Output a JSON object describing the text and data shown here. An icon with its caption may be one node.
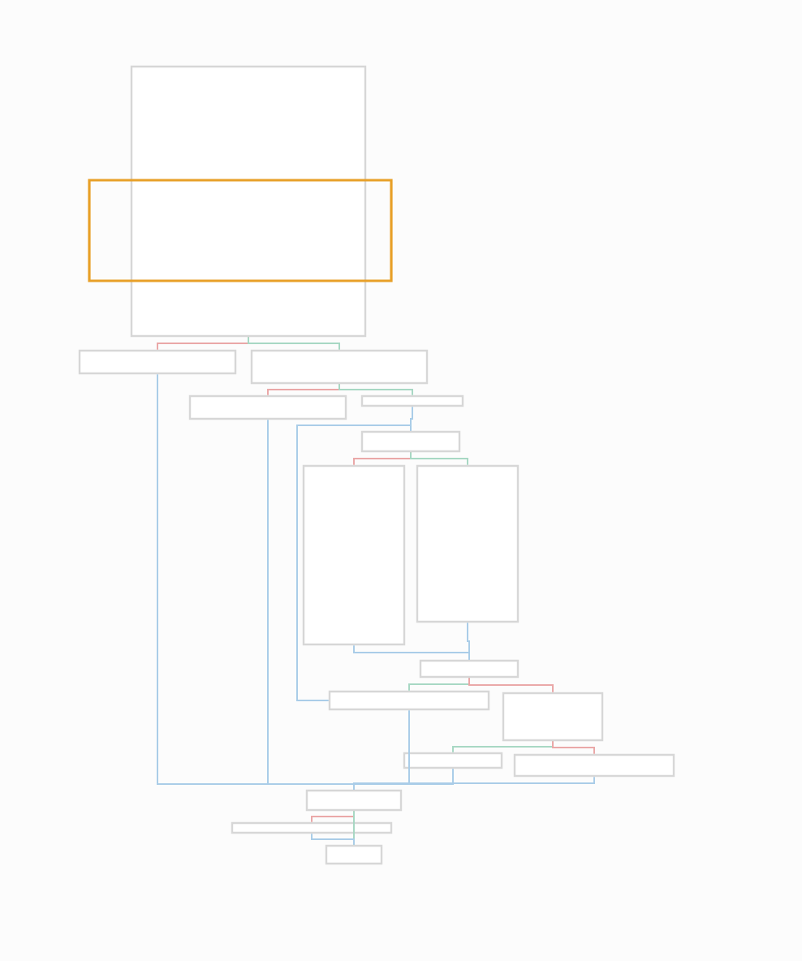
{
  "diagram": {
    "nodes": [
      {
        "text": [],
        "shape": "box"
      },
      {
        "text": [],
        "shape": "box"
      },
      {
        "text": [],
        "shape": "box"
      },
      {
        "text": [],
        "shape": "box"
      },
      {
        "text": [],
        "shape": "box"
      },
      {
        "text": [],
        "shape": "box"
      },
      {
        "text": [],
        "shape": "box"
      },
      {
        "text": [],
        "shape": "box"
      },
      {
        "text": [],
        "shape": "box"
      },
      {
        "text": [],
        "shape": "box"
      },
      {
        "text": [],
        "shape": "box"
      },
      {
        "text": [],
        "shape": "box"
      },
      {
        "text": [],
        "shape": "box"
      },
      {
        "text": [],
        "shape": "box"
      },
      {
        "text": [],
        "shape": "box"
      },
      {
        "text": [],
        "shape": "box"
      }
    ],
    "edges": [
      {
        "from": 0,
        "to": 1,
        "arrow": "none",
        "color": "#eaa8a8"
      },
      {
        "from": 0,
        "to": 2,
        "arrow": "none",
        "color": "#a8d8c4"
      },
      {
        "from": 2,
        "to": 3,
        "arrow": "none",
        "color": "#eaa8a8"
      },
      {
        "from": 2,
        "to": 4,
        "arrow": "none",
        "color": "#a8d8c4"
      },
      {
        "from": 4,
        "to": 5,
        "arrow": "none",
        "color": "#aacde8"
      },
      {
        "from": 5,
        "to": 6,
        "arrow": "none",
        "color": "#eaa8a8"
      },
      {
        "from": 5,
        "to": 7,
        "arrow": "none",
        "color": "#a8d8c4"
      },
      {
        "from": 7,
        "to": 8,
        "arrow": "none",
        "color": "#aacde8"
      },
      {
        "from": 6,
        "to": 8,
        "arrow": "none",
        "color": "#aacde8"
      },
      {
        "from": 8,
        "to": 9,
        "arrow": "none",
        "color": "#a8d8c4"
      },
      {
        "from": 8,
        "to": 10,
        "arrow": "none",
        "color": "#eaa8a8"
      },
      {
        "from": 9,
        "to": 5,
        "arrow": "none",
        "color": "#aacde8"
      },
      {
        "from": 10,
        "to": 11,
        "arrow": "none",
        "color": "#a8d8c4"
      },
      {
        "from": 10,
        "to": 12,
        "arrow": "none",
        "color": "#eaa8a8"
      },
      {
        "from": 1,
        "to": 13,
        "arrow": "none",
        "color": "#aacde8"
      },
      {
        "from": 3,
        "to": 13,
        "arrow": "none",
        "color": "#aacde8"
      },
      {
        "from": 9,
        "to": 13,
        "arrow": "none",
        "color": "#aacde8"
      },
      {
        "from": 11,
        "to": 13,
        "arrow": "none",
        "color": "#aacde8"
      },
      {
        "from": 12,
        "to": 13,
        "arrow": "none",
        "color": "#aacde8"
      },
      {
        "from": 13,
        "to": 14,
        "arrow": "none",
        "color": "#eaa8a8"
      },
      {
        "from": 13,
        "to": 15,
        "arrow": "none",
        "color": "#a8d8c4"
      },
      {
        "from": 14,
        "to": 15,
        "arrow": "none",
        "color": "#aacde8"
      }
    ]
  }
}
